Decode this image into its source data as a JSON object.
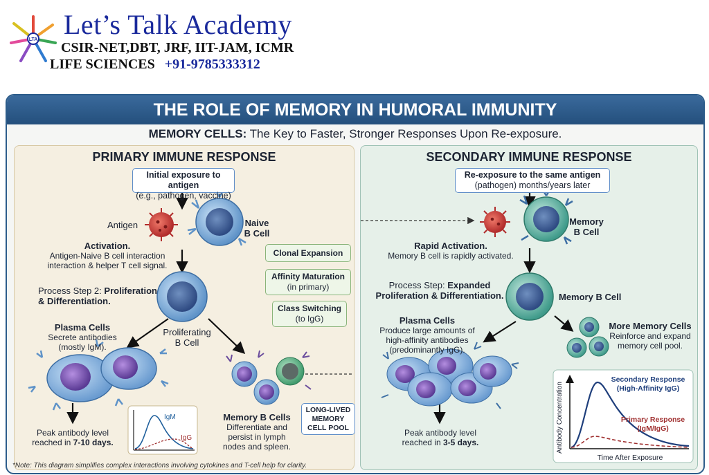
{
  "brand": {
    "name": "Let’s Talk Academy",
    "line1": "CSIR-NET,DBT, JRF, IIT-JAM, ICMR",
    "line2": "LIFE SCIENCES",
    "phone": "+91-9785333312"
  },
  "banner_title": "THE ROLE OF MEMORY IN HUMORAL IMMUNITY",
  "subtitle": {
    "lead": "MEMORY CELLS:",
    "rest": "The Key to Faster, Stronger Responses Upon Re-exposure."
  },
  "primary": {
    "title": "PRIMARY IMMUNE RESPONSE",
    "exposure": [
      "Initial exposure to antigen",
      "(e.g., pathogen, vaccine)"
    ],
    "antigen_label": "Antigen",
    "naive_label": [
      "Naive",
      "B Cell"
    ],
    "activation_title": "Activation.",
    "activation_text": [
      "Antigen-Naive B cell interaction",
      "interaction & helper T cell signal."
    ],
    "step_prefix": "Process Step 2:",
    "step_bold1": "Proliferation",
    "step_bold2": "& Differentiation.",
    "prolif_label": [
      "Proliferating",
      "B Cell"
    ],
    "plasma_title": "Plasma Cells",
    "plasma_text": [
      "Secrete antibodies",
      "(mostly IgM)."
    ],
    "peak_text": "Peak antibody level",
    "peak_prefix": "reached in",
    "peak_days": "7-10 days.",
    "memory_title": "Memory B Cells",
    "memory_text": [
      "Differentiate and",
      "persist in lymph",
      "nodes and spleen."
    ],
    "chart_igm": "IgM",
    "chart_igg": "IgG"
  },
  "middle": {
    "clonal": "Clonal Expansion",
    "affinity": "Affinity Maturation",
    "affinity_sub": "(in primary)",
    "class_switch": "Class Switching",
    "class_sub": "(to IgG)",
    "pool": [
      "LONG-LIVED",
      "MEMORY",
      "CELL POOL"
    ]
  },
  "secondary": {
    "title": "SECONDARY IMMUNE RESPONSE",
    "exposure": [
      "Re-exposure to the same antigen",
      "(pathogen) months/years later"
    ],
    "memory_label": [
      "Memory",
      "B Cell"
    ],
    "activation_title": "Rapid Activation.",
    "activation_text": "Memory B cell is rapidly activated.",
    "step_prefix": "Process Step:",
    "step_bold1": "Expanded",
    "step_bold2": "Proliferation & Differentiation.",
    "memory_label2": "Memory B Cell",
    "plasma_title": "Plasma Cells",
    "plasma_text": [
      "Produce large amounts of",
      "high-affinity antibodies",
      "(predominantly IgG)."
    ],
    "more_title": "More Memory Cells",
    "more_text": [
      "Reinforce and expand",
      "memory cell pool."
    ],
    "peak_text": "Peak antibody level",
    "peak_prefix": "reached in",
    "peak_days": "3-5 days.",
    "chart_secondary": [
      "Secondary Response",
      "(High-Affinity IgG)"
    ],
    "chart_primary": [
      "Primary Response",
      "(IgM/IgG)"
    ],
    "chart_ylabel": "Antibody Concentration",
    "chart_xlabel": "Time After Exposure"
  },
  "note": "*Note: This diagram simplifies complex interactions involving cytokines and T-cell help for clarity.",
  "colors": {
    "brand_blue": "#1a2a9c",
    "banner": "#2c5c8a",
    "primary_panel": "#f5efe1",
    "secondary_panel": "#e6f0e9",
    "antigen_red": "#c8373a",
    "cell_blue": "#7fb0dc",
    "plasma_purple": "#6a4c9c",
    "memory_green": "#4cae8a"
  }
}
